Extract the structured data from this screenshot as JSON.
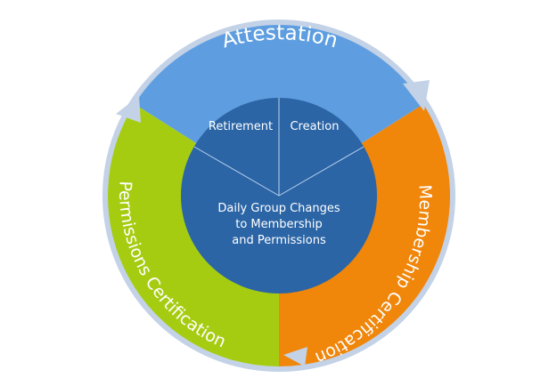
{
  "outer_cycle": {
    "top": "Attestation",
    "right": "Membership Certification",
    "left": "Permissions Certification"
  },
  "core": {
    "left_segment": "Retirement",
    "right_segment": "Creation",
    "center_lines": [
      "Daily Group Changes",
      "to Membership",
      "and Permissions"
    ]
  },
  "colors": {
    "attestation": "#5e9ee0",
    "membership": "#f0860a",
    "permissions": "#a6cc12",
    "core": "#2b65a6",
    "outer_ring": "#c3d2e7"
  }
}
